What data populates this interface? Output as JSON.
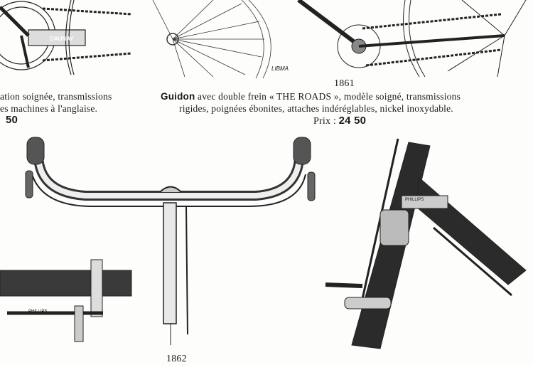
{
  "left_caption": {
    "line1": "ation soignée, transmissions",
    "line2": "es machines à l'anglaise.",
    "price": "50"
  },
  "item_1861": {
    "number": "1861",
    "name": "Guidon",
    "line1_rest": " avec double frein « THE ROADS », modèle soigné, transmissions",
    "line2": "rigides, poignées ébonites, attaches indéréglables, nickel inoxydable.",
    "price_label": "Prix : ",
    "price": "24 50"
  },
  "item_1862": {
    "number": "1862"
  },
  "illustration_labels": {
    "brand_top": "DAUNAY",
    "artist": "LIBMA",
    "clamp_left": "PHILLIPS",
    "clamp_right": "PHILLIPS"
  }
}
